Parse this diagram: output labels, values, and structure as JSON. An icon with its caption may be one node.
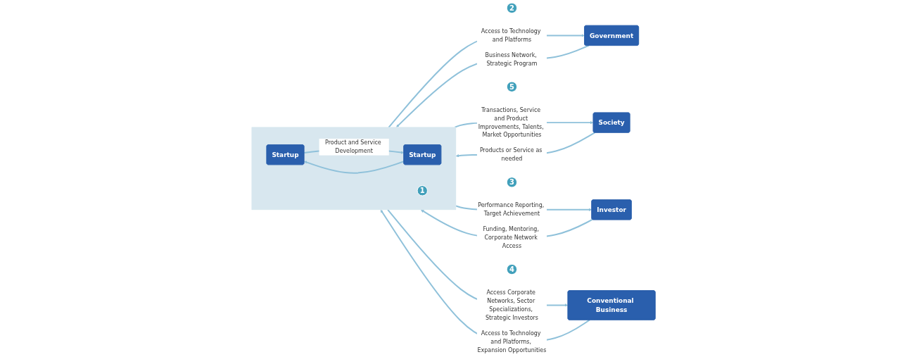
{
  "diagram": {
    "nodes": [
      {
        "text": [
          "Government"
        ]
      },
      {
        "text": [
          "Investor"
        ]
      },
      {
        "text": [
          "2"
        ]
      },
      {
        "text": [
          "3"
        ]
      },
      {
        "text": [],
        "shape": "box"
      },
      {
        "text": [
          "Startup"
        ],
        "in": 4
      },
      {
        "text": [
          "1"
        ],
        "in": 4
      },
      {
        "text": [
          "Startup"
        ],
        "in": 4
      },
      {
        "text": [
          "5"
        ]
      },
      {
        "text": [
          "4"
        ]
      },
      {
        "text": [
          "Society"
        ]
      },
      {
        "text": [
          "Conventional Business"
        ]
      }
    ],
    "edges": [
      {
        "from": 0,
        "to": 4,
        "arrow": "to",
        "label": "Business Network, Strategic Program"
      },
      {
        "from": 4,
        "to": 0,
        "arrow": "to",
        "label": "Access to Technology and Platforms"
      },
      {
        "from": 10,
        "to": 4,
        "arrow": "to",
        "label": "Products or Service as needed"
      },
      {
        "from": 4,
        "to": 10,
        "arrow": "to",
        "label": "Transactions, Service and Product Improvements, Talents, Market Opportunities"
      },
      {
        "from": 5,
        "to": 7,
        "arrow": "to",
        "label": "Product and Service Development"
      },
      {
        "from": 7,
        "to": 5,
        "arrow": "to"
      },
      {
        "from": 4,
        "to": 1,
        "arrow": "to",
        "label": "Performance Reporting, Target Achievement"
      },
      {
        "from": 1,
        "to": 4,
        "arrow": "to",
        "label": "Funding, Mentoring, Corporate Network Access"
      },
      {
        "from": 4,
        "to": 11,
        "arrow": "to",
        "label": "Access Corporate Networks, Sector Specializations, Strategic Investors"
      },
      {
        "from": 11,
        "to": 4,
        "arrow": "to",
        "label": "Access to Technology and Platforms, Expansion Opportunities"
      }
    ]
  }
}
